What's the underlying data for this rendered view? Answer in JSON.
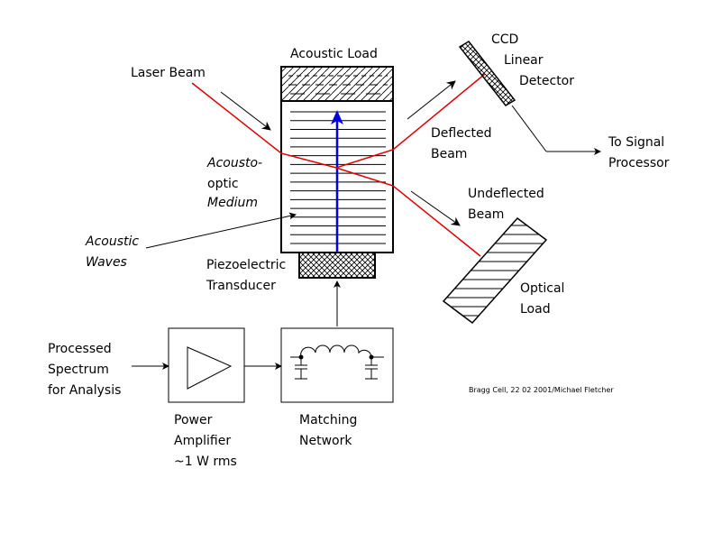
{
  "title": "Bragg Cell",
  "colors": {
    "laser": "#e00000",
    "acoustic_arrow": "#0000e0",
    "line": "#000000",
    "background": "#ffffff"
  },
  "labels": {
    "acoustic_load": "Acoustic Load",
    "laser_beam": "Laser Beam",
    "ccd": [
      "CCD",
      "Linear",
      "Detector"
    ],
    "deflected_beam": [
      "Deflected",
      "Beam"
    ],
    "to_signal_processor": [
      "To Signal",
      "Processor"
    ],
    "acousto_optic_medium": [
      "Acousto-",
      "optic",
      "Medium"
    ],
    "undeflected_beam": [
      "Undeflected",
      "Beam"
    ],
    "acoustic_waves": [
      "Acoustic",
      "Waves"
    ],
    "piezoelectric_transducer": [
      "Piezoelectric",
      "Transducer"
    ],
    "optical_load": [
      "Optical",
      "Load"
    ],
    "processed_spectrum": [
      "Processed",
      "Spectrum",
      "for Analysis"
    ],
    "power_amplifier": [
      "Power",
      "Amplifier",
      "~1 W rms"
    ],
    "matching_network": [
      "Matching",
      "Network"
    ],
    "credit": "Bragg Cell, 22 02 2001/Michael Fletcher"
  },
  "medium": {
    "wave_line_count": 16
  }
}
